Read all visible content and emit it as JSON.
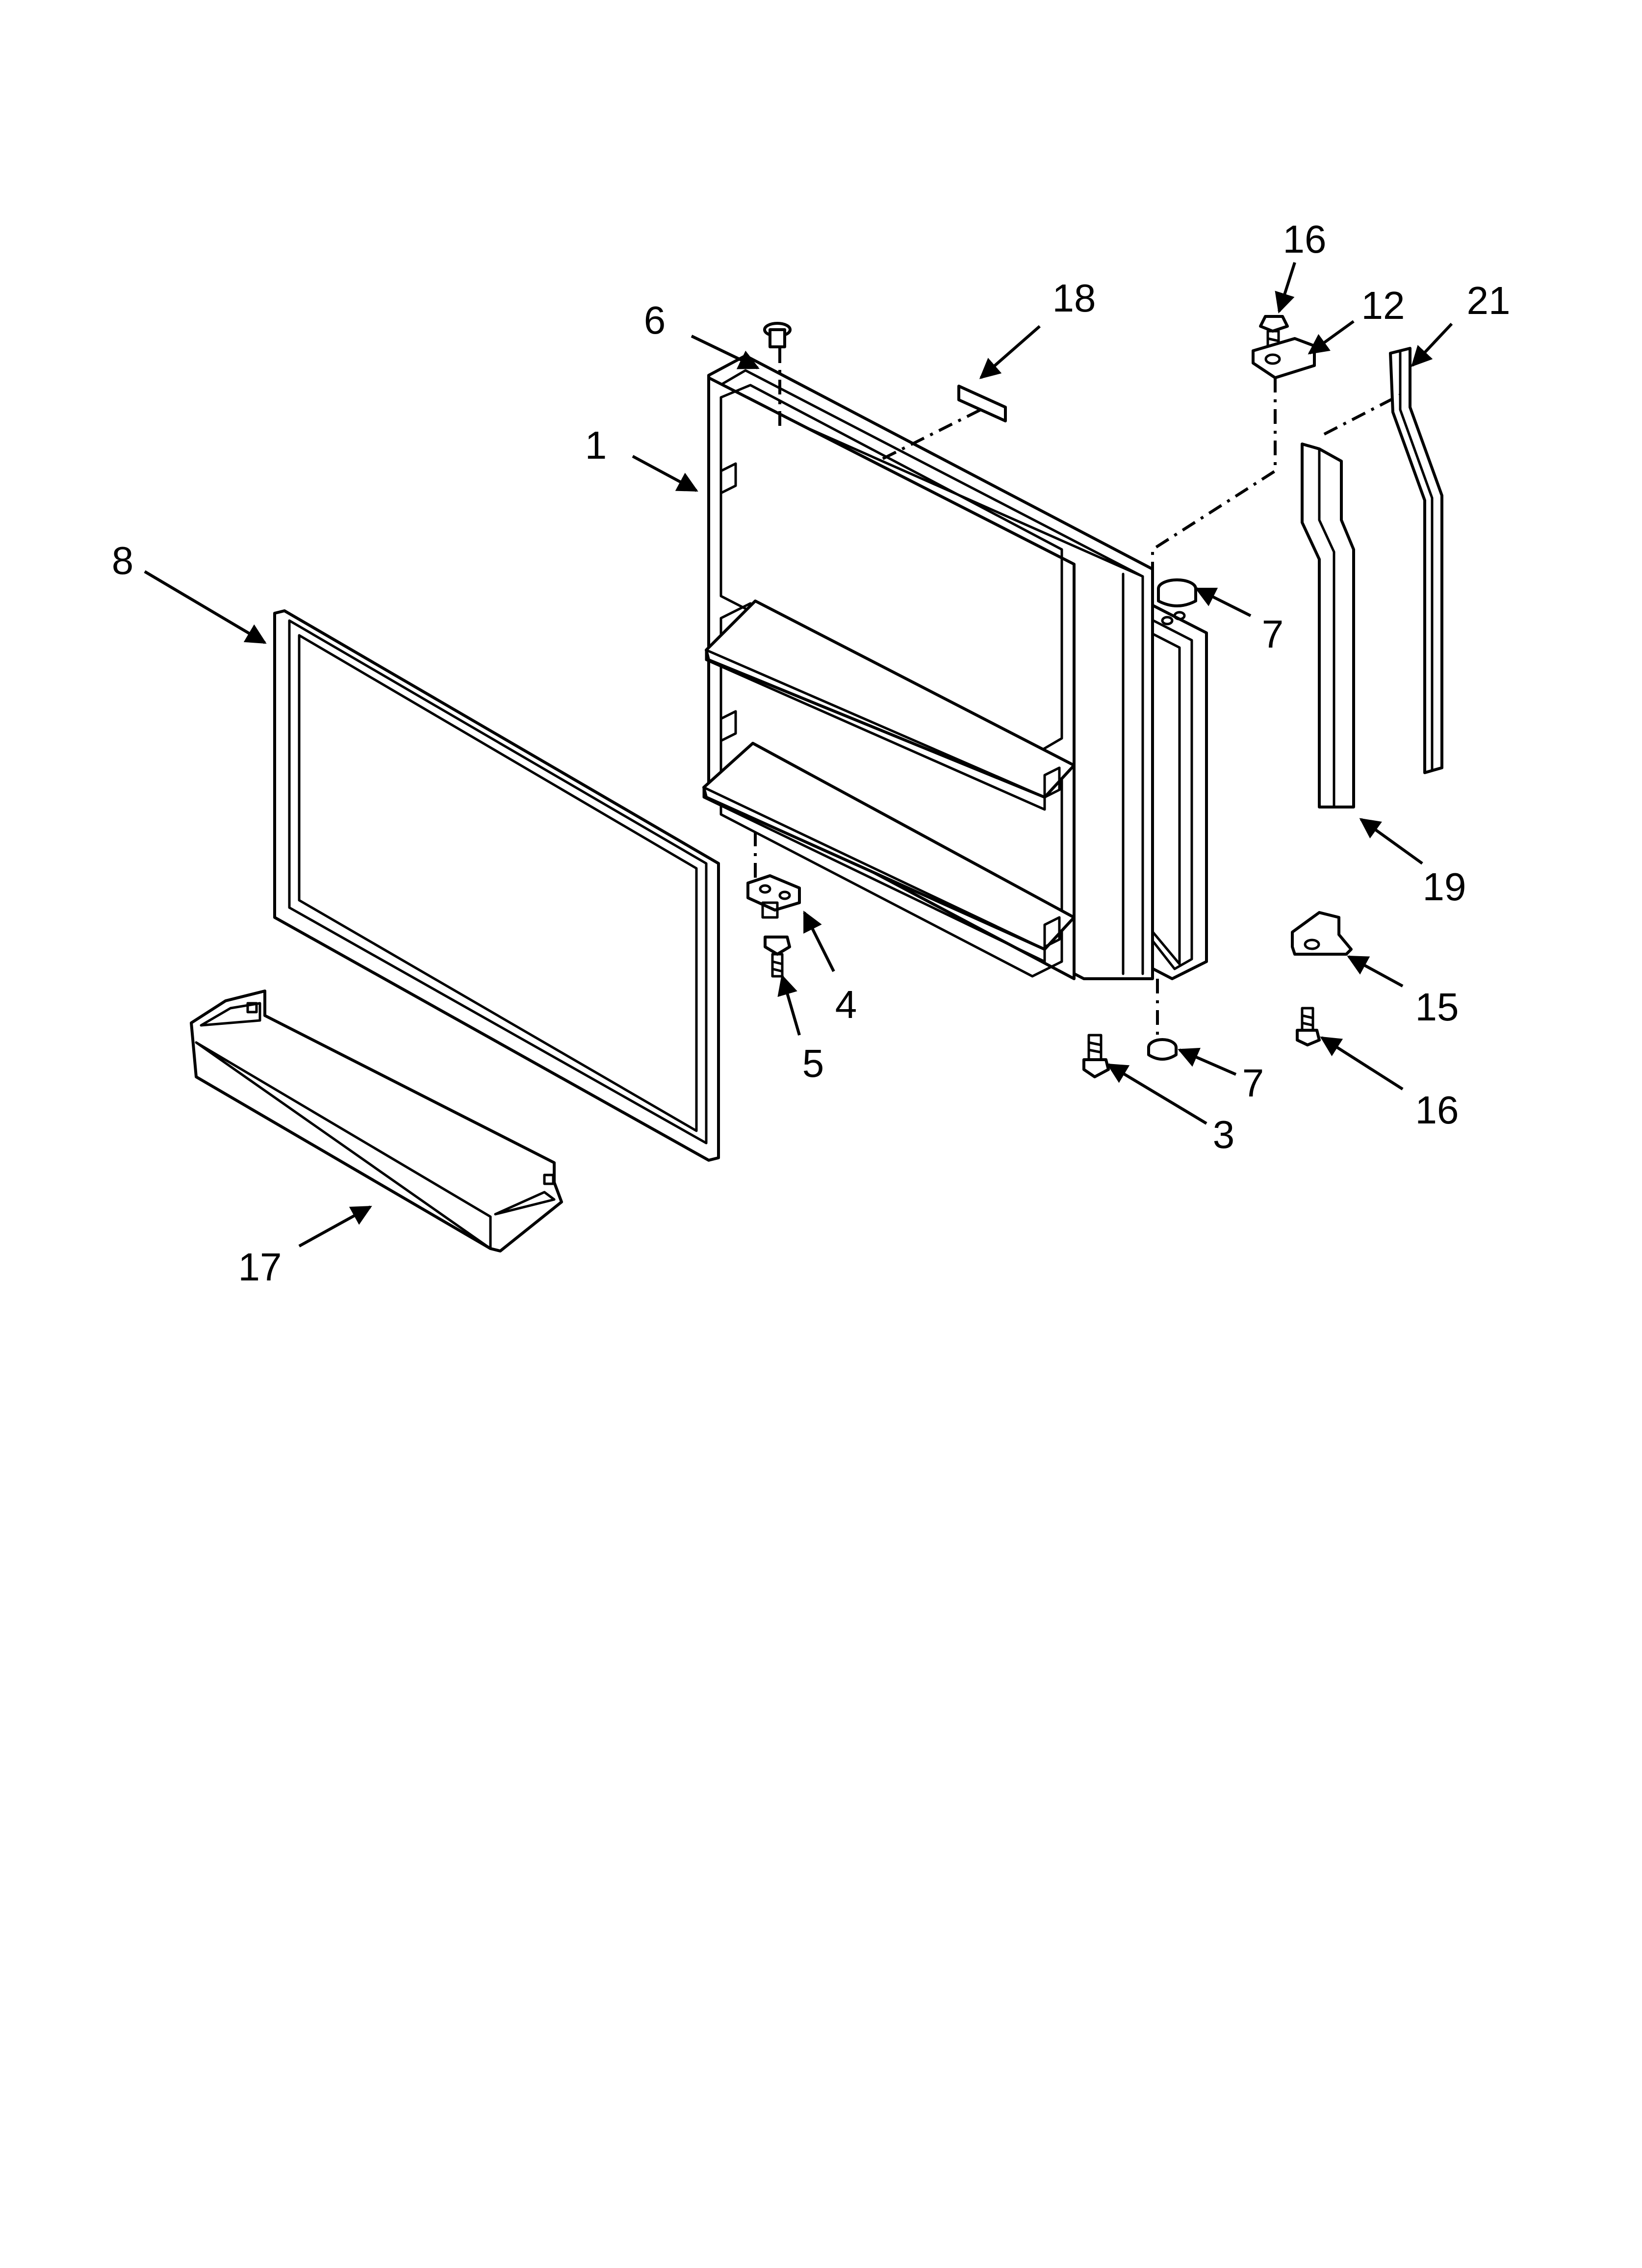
{
  "diagram": {
    "colors": {
      "line": "#000000",
      "background": "#ffffff"
    },
    "callouts": [
      {
        "id": "c1",
        "label": "1"
      },
      {
        "id": "c3",
        "label": "3"
      },
      {
        "id": "c4",
        "label": "4"
      },
      {
        "id": "c5",
        "label": "5"
      },
      {
        "id": "c6",
        "label": "6"
      },
      {
        "id": "c7a",
        "label": "7"
      },
      {
        "id": "c7b",
        "label": "7"
      },
      {
        "id": "c8",
        "label": "8"
      },
      {
        "id": "c12",
        "label": "12"
      },
      {
        "id": "c15",
        "label": "15"
      },
      {
        "id": "c16a",
        "label": "16"
      },
      {
        "id": "c16b",
        "label": "16"
      },
      {
        "id": "c17",
        "label": "17"
      },
      {
        "id": "c18",
        "label": "18"
      },
      {
        "id": "c19",
        "label": "19"
      },
      {
        "id": "c21",
        "label": "21"
      }
    ]
  }
}
